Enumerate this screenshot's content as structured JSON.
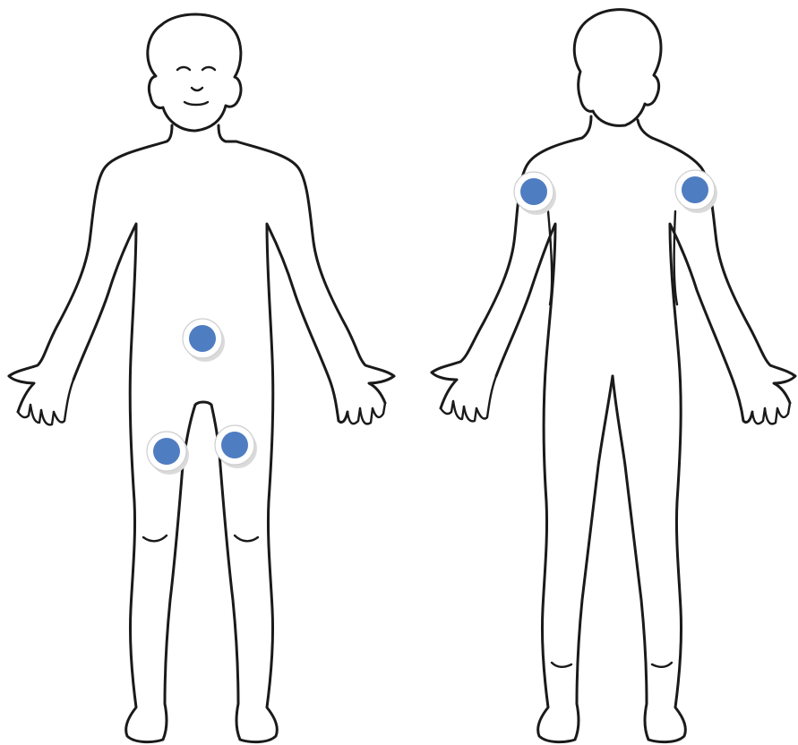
{
  "diagram": {
    "figures": [
      {
        "id": "front",
        "view": "anterior"
      },
      {
        "id": "back",
        "view": "posterior"
      }
    ],
    "marker_style": {
      "fill": "#4f7dc1",
      "ring": "#ffffff"
    },
    "markers": [
      {
        "figure": "front",
        "region": "lower-abdomen"
      },
      {
        "figure": "front",
        "region": "right-thigh"
      },
      {
        "figure": "front",
        "region": "left-thigh"
      },
      {
        "figure": "back",
        "region": "left-upper-arm"
      },
      {
        "figure": "back",
        "region": "right-upper-arm"
      }
    ]
  }
}
